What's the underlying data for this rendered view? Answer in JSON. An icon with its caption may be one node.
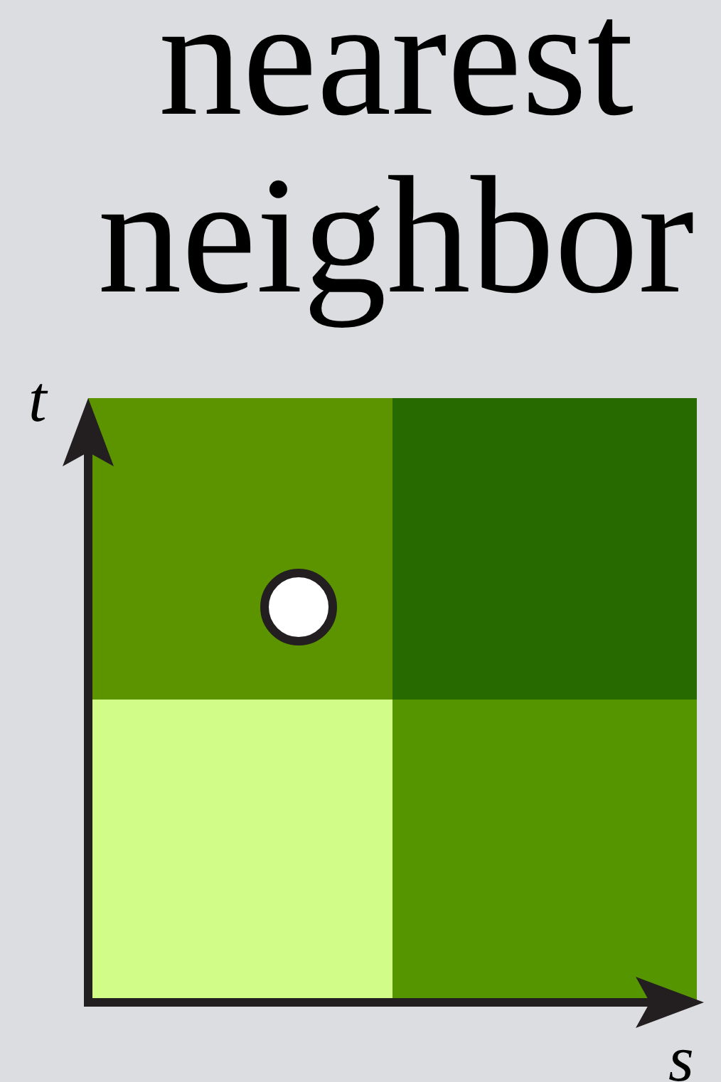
{
  "diagram": {
    "title": "nearest neighbor",
    "labels": [
      "t",
      "s"
    ]
  }
}
